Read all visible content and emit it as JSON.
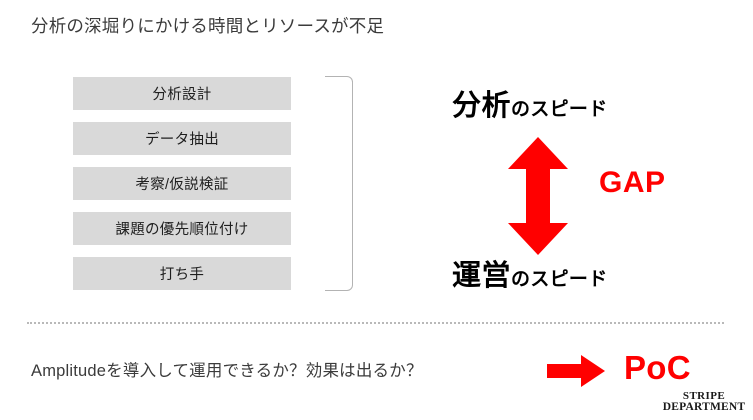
{
  "slide": {
    "title": "分析の深堀りにかける時間とリソースが不足"
  },
  "process": {
    "boxes": [
      {
        "label": "分析設計"
      },
      {
        "label": "データ抽出"
      },
      {
        "label": "考察/仮説検証"
      },
      {
        "label": "課題の優先順位付け"
      },
      {
        "label": "打ち手"
      }
    ],
    "bracket_icon": "right-curly-bracket-icon"
  },
  "comparison": {
    "top": {
      "emphasis": "分析",
      "suffix": "のスピード"
    },
    "bottom": {
      "emphasis": "運営",
      "suffix": "のスピード"
    },
    "gap_label": "GAP",
    "gap_arrow_icon": "double-headed-vertical-arrow-icon",
    "accent_color": "#ff0000"
  },
  "bottom": {
    "question": "Amplitudeを導入して運用できるか？効果は出るか？",
    "arrow_icon": "right-arrow-icon",
    "conclusion": "PoC"
  },
  "footer": {
    "logo_line1": "STRIPE",
    "logo_line2": "DEPARTMENT"
  },
  "colors": {
    "box_fill": "#d9d9d9",
    "accent_red": "#ff0000",
    "text": "#3b3b3b",
    "divider": "#b9b9b9"
  }
}
